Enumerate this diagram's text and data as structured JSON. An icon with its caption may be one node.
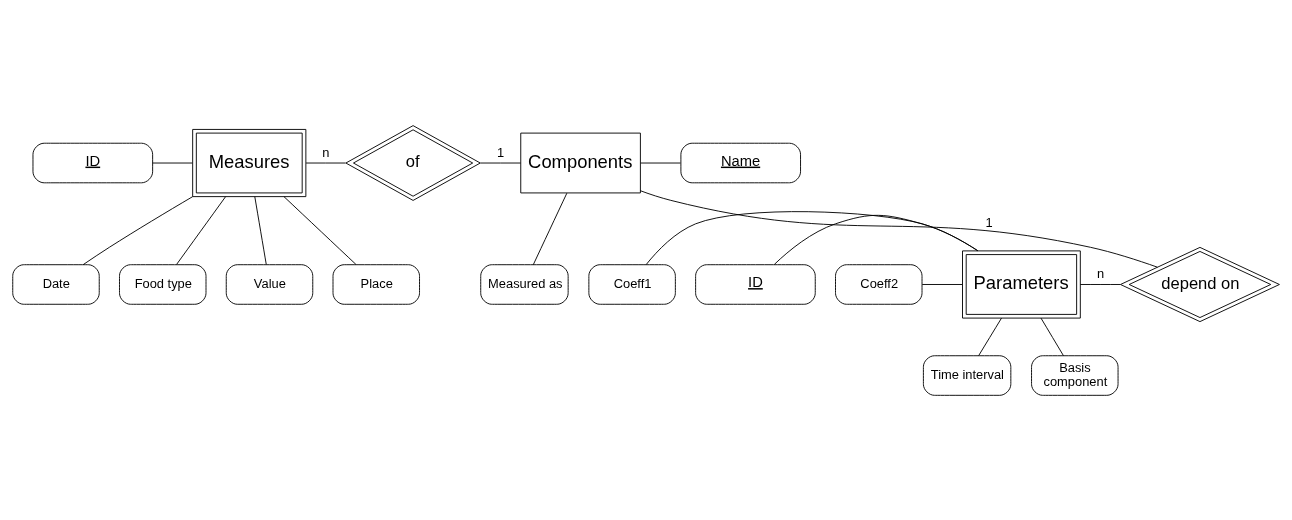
{
  "diagram": {
    "nodes": [
      {
        "text": [
          "ID"
        ]
      },
      {
        "text": [
          "Measures"
        ]
      },
      {
        "text": [
          "of"
        ]
      },
      {
        "text": [
          "Components"
        ]
      },
      {
        "text": [
          "Name"
        ]
      },
      {
        "text": [
          "Date"
        ]
      },
      {
        "text": [
          "Food type"
        ]
      },
      {
        "text": [
          "Value"
        ]
      },
      {
        "text": [
          "Place"
        ]
      },
      {
        "text": [
          "Measured as"
        ]
      },
      {
        "text": [
          "Time interval"
        ]
      },
      {
        "text": [
          "Basis component"
        ]
      },
      {
        "text": [
          "Coeff1"
        ]
      },
      {
        "text": [
          "ID"
        ]
      },
      {
        "text": [
          "Parameters"
        ]
      },
      {
        "text": [
          "depend on"
        ]
      },
      {
        "text": [
          "Coeff2"
        ]
      }
    ],
    "edges": [
      {
        "from": 0,
        "to": 1,
        "arrow": "none"
      },
      {
        "from": 1,
        "to": 2,
        "arrow": "none",
        "label": "n"
      },
      {
        "from": 2,
        "to": 3,
        "arrow": "none",
        "label": "1"
      },
      {
        "from": 3,
        "to": 4,
        "arrow": "none"
      },
      {
        "from": 1,
        "to": 5,
        "arrow": "none"
      },
      {
        "from": 1,
        "to": 6,
        "arrow": "none"
      },
      {
        "from": 1,
        "to": 7,
        "arrow": "none"
      },
      {
        "from": 1,
        "to": 8,
        "arrow": "none"
      },
      {
        "from": 3,
        "to": 9,
        "arrow": "none"
      },
      {
        "from": 3,
        "to": 15,
        "arrow": "none",
        "label": "1"
      },
      {
        "from": 14,
        "to": 10,
        "arrow": "none"
      },
      {
        "from": 14,
        "to": 11,
        "arrow": "none"
      },
      {
        "from": 12,
        "to": 14,
        "arrow": "none"
      },
      {
        "from": 13,
        "to": 14,
        "arrow": "none"
      },
      {
        "from": 14,
        "to": 15,
        "arrow": "none",
        "label": "n"
      },
      {
        "from": 16,
        "to": 14,
        "arrow": "none"
      }
    ]
  }
}
